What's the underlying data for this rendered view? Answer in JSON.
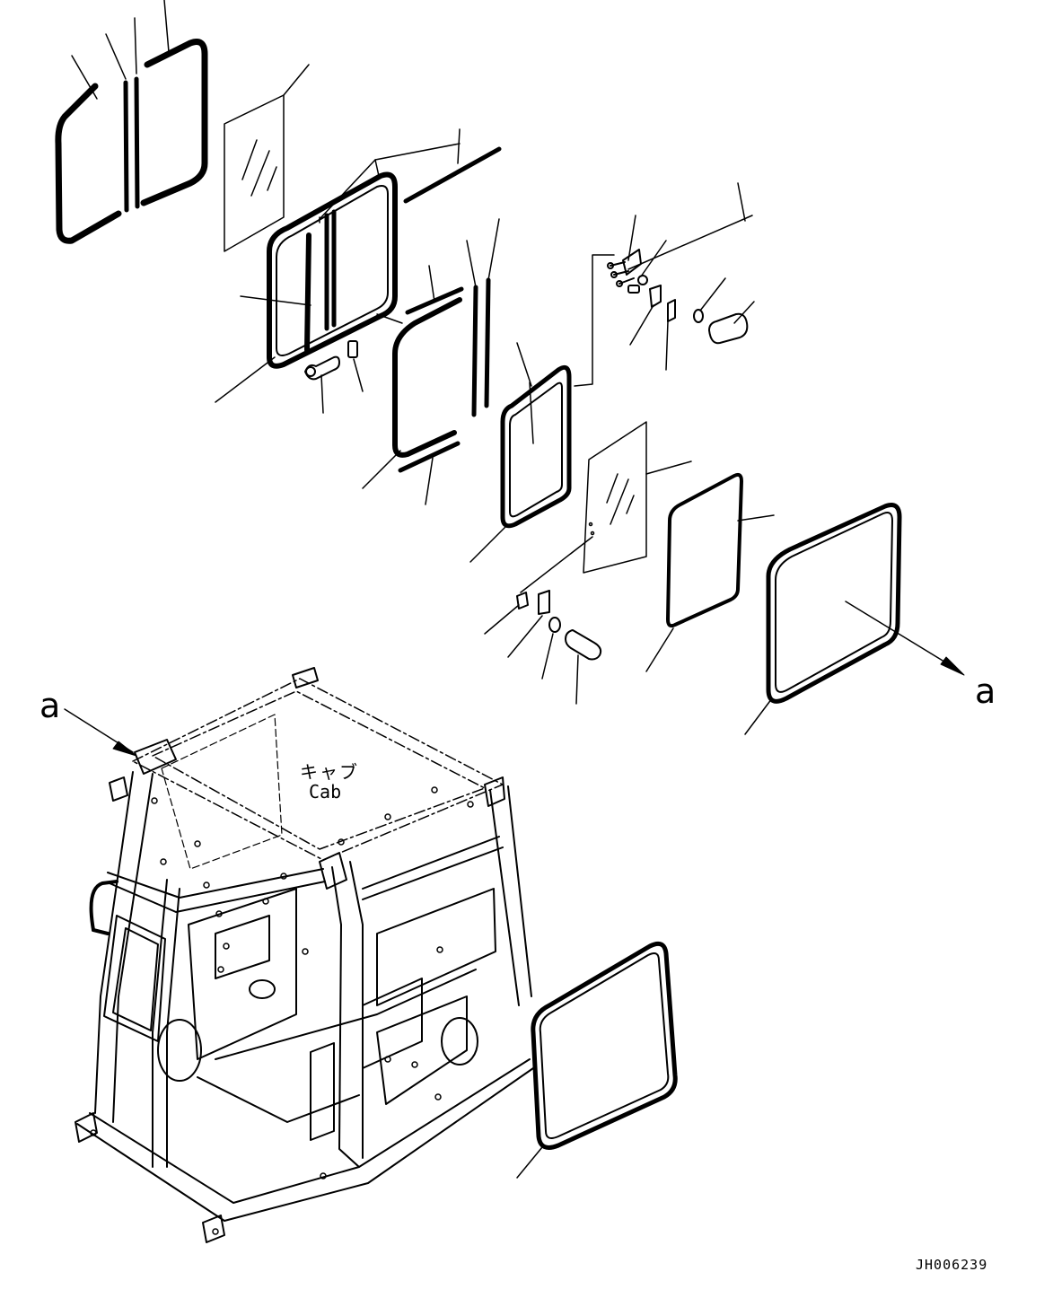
{
  "labels": {
    "view_arrow_left": "a",
    "view_arrow_right": "a",
    "cab_japanese": "キャブ",
    "cab_english": "Cab",
    "drawing_code": "JH006239"
  },
  "colors": {
    "ink": "#000000",
    "paper": "#ffffff"
  }
}
